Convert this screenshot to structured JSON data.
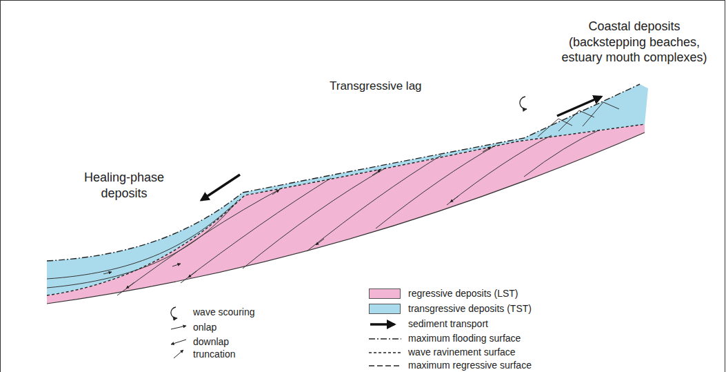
{
  "diagram": {
    "labels": [
      "Coastal deposits (backstepping beaches, estuary mouth complexes)",
      "Transgressive lag",
      "Healing-phase deposits"
    ],
    "legend": [
      {
        "text": "regressive deposits (LST)",
        "color": "#f2b6d4"
      },
      {
        "text": "transgressive deposits (TST)",
        "color": "#a9dbec"
      },
      {
        "text": "wave scouring"
      },
      {
        "text": "sediment transport"
      },
      {
        "text": "onlap"
      },
      {
        "text": "maximum flooding surface"
      },
      {
        "text": "downlap"
      },
      {
        "text": "wave ravinement surface"
      },
      {
        "text": "truncation"
      },
      {
        "text": "maximum regressive surface"
      }
    ]
  }
}
